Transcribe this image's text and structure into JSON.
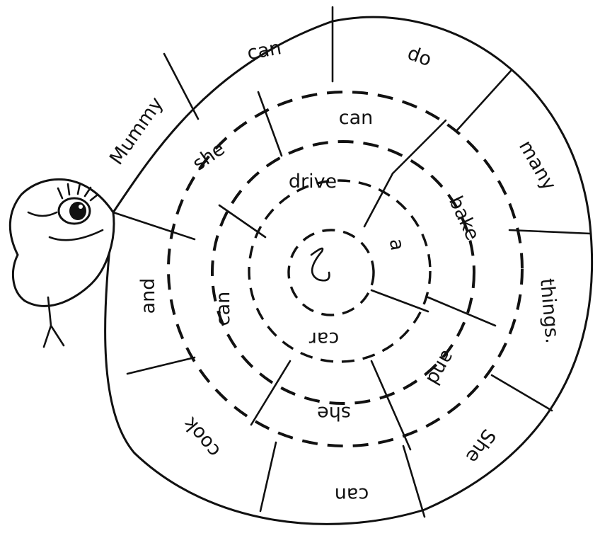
{
  "colors": {
    "ink": "#111111",
    "paper": "#ffffff"
  },
  "puzzle": {
    "words": {
      "outer": [
        "Mummy",
        "can",
        "do",
        "many",
        "things.",
        "She",
        "can",
        "cook",
        "and"
      ],
      "middle": [
        "she",
        "can",
        "bake",
        "and",
        "she",
        "can"
      ],
      "inner": [
        "drive",
        "a",
        "car"
      ]
    }
  }
}
